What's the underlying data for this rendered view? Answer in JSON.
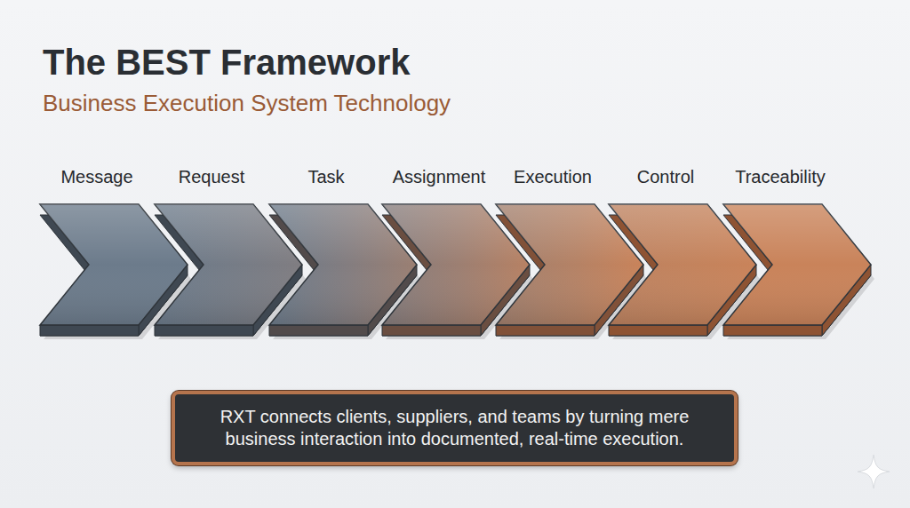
{
  "diagram": {
    "title": "The BEST Framework",
    "nodes": [
      {
        "text": [
          "Message"
        ]
      },
      {
        "text": [
          "Request"
        ]
      },
      {
        "text": [
          "Task"
        ]
      },
      {
        "text": [
          "Assignment"
        ]
      },
      {
        "text": [
          "Execution"
        ]
      },
      {
        "text": [
          "Control"
        ]
      },
      {
        "text": [
          "Traceability"
        ]
      },
      {
        "text": [
          "RXT connects clients, suppliers, and teams by turning mere business interaction into documented, real-time execution."
        ]
      }
    ],
    "labels": [
      "Business Execution System Technology"
    ]
  }
}
